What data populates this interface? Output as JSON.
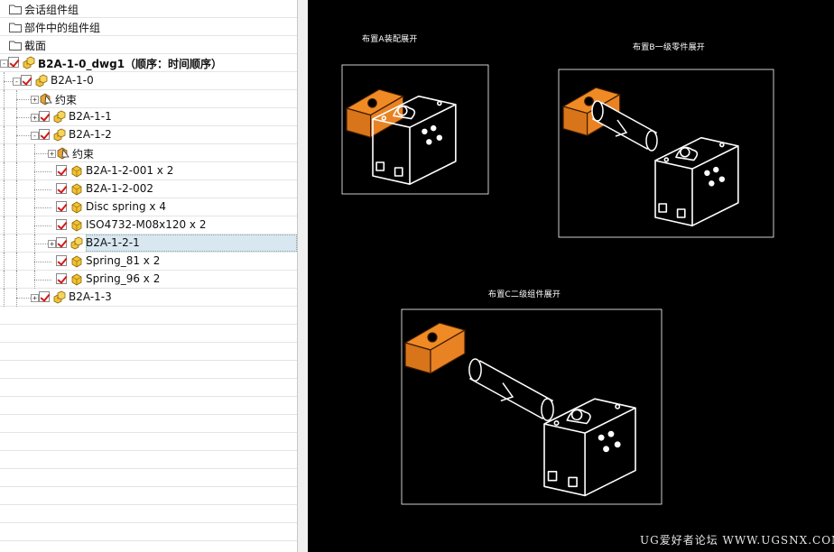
{
  "tree": {
    "rows": [
      {
        "label": "会话组件组",
        "icon": "folder-icon"
      },
      {
        "label": "部件中的组件组",
        "icon": "folder-icon"
      },
      {
        "label": "截面",
        "icon": "folder-icon"
      },
      {
        "label": "B2A-1-0_dwg1（顺序：时间顺序）",
        "icon": "assembly-icon",
        "checked": true
      },
      {
        "label": "B2A-1-0",
        "icon": "assembly-icon",
        "checked": true
      },
      {
        "label": "约束",
        "icon": "constraint-icon"
      },
      {
        "label": "B2A-1-1",
        "icon": "assembly-icon",
        "checked": true
      },
      {
        "label": "B2A-1-2",
        "icon": "assembly-icon",
        "checked": true
      },
      {
        "label": "约束",
        "icon": "constraint-icon"
      },
      {
        "label": "B2A-1-2-001 x 2",
        "icon": "part-icon",
        "checked": true
      },
      {
        "label": "B2A-1-2-002",
        "icon": "part-icon",
        "checked": true
      },
      {
        "label": "Disc spring x 4",
        "icon": "part-icon",
        "checked": true
      },
      {
        "label": "ISO4732-M08x120 x 2",
        "icon": "part-icon",
        "checked": true
      },
      {
        "label": "B2A-1-2-1",
        "icon": "assembly-icon",
        "checked": true
      },
      {
        "label": "Spring_81 x 2",
        "icon": "part-icon",
        "checked": true
      },
      {
        "label": "Spring_96 x 2",
        "icon": "part-icon",
        "checked": true
      },
      {
        "label": "B2A-1-3",
        "icon": "assembly-icon",
        "checked": true
      }
    ]
  },
  "drawing": {
    "views": [
      {
        "caption": "布置A装配展开"
      },
      {
        "caption": "布置B一级零件展开"
      },
      {
        "caption": "布置C二级组件展开"
      }
    ],
    "accent_color": "#f08a24",
    "line_color": "#ffffff",
    "background": "#000000"
  },
  "watermark": "UG爱好者论坛 WWW.UGSNX.COM"
}
